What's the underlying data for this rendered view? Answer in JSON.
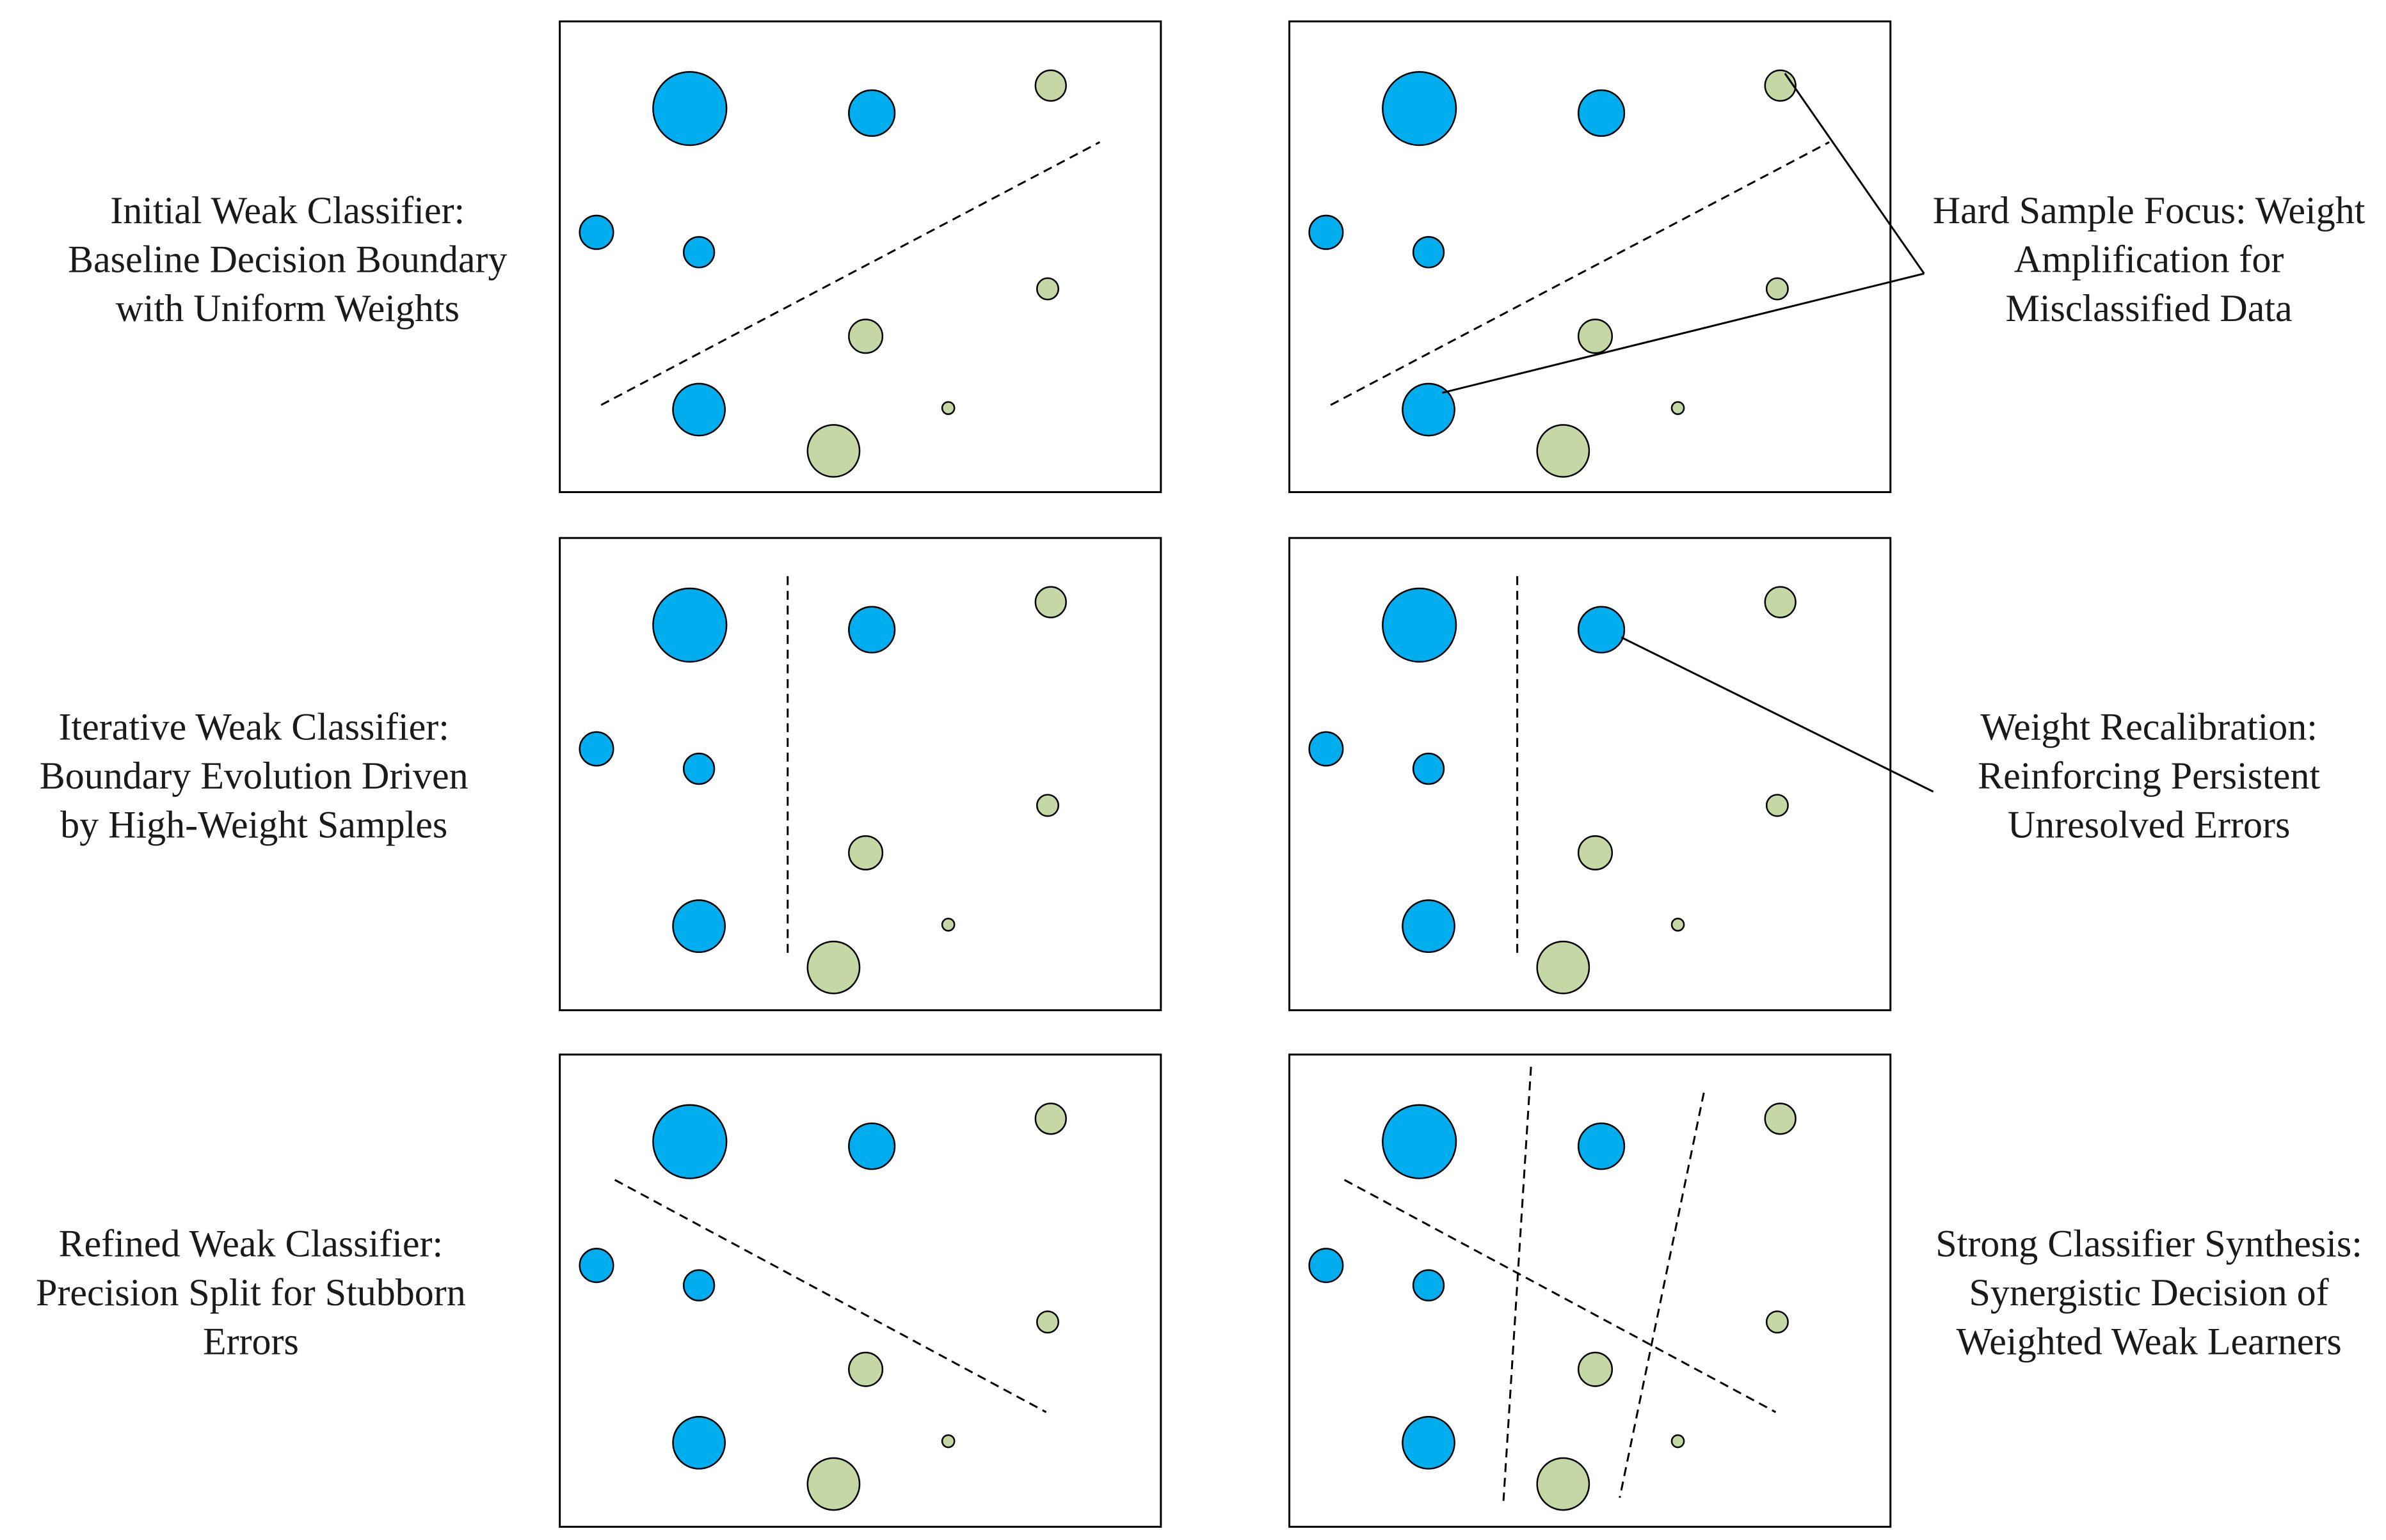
{
  "colors": {
    "class_a": "#00aeef",
    "class_b": "#c4d7a4",
    "stroke": "#000000"
  },
  "sample_classes": [
    "class_a",
    "class_a",
    "class_b",
    "class_a",
    "class_a",
    "class_b",
    "class_b",
    "class_a",
    "class_b",
    "class_b"
  ],
  "panels": [
    {
      "id": "initial-weak-classifier",
      "caption_lines": [
        "Initial Weak Classifier:",
        "Baseline Decision Boundary",
        "with Uniform Weights"
      ]
    },
    {
      "id": "hard-sample-focus",
      "caption_lines": [
        "Hard Sample Focus: Weight",
        "Amplification for",
        "Misclassified Data"
      ]
    },
    {
      "id": "iterative-weak-classifier",
      "caption_lines": [
        "Iterative Weak Classifier:",
        "Boundary Evolution Driven",
        "by High-Weight Samples"
      ]
    },
    {
      "id": "weight-recalibration",
      "caption_lines": [
        "Weight Recalibration:",
        "Reinforcing Persistent",
        "Unresolved Errors"
      ]
    },
    {
      "id": "refined-weak-classifier",
      "caption_lines": [
        "Refined Weak Classifier:",
        "Precision Split for Stubborn",
        "Errors"
      ]
    },
    {
      "id": "strong-classifier-synthesis",
      "caption_lines": [
        "Strong Classifier Synthesis:",
        "Synergistic Decision of",
        "Weighted Weak Learners"
      ]
    }
  ]
}
